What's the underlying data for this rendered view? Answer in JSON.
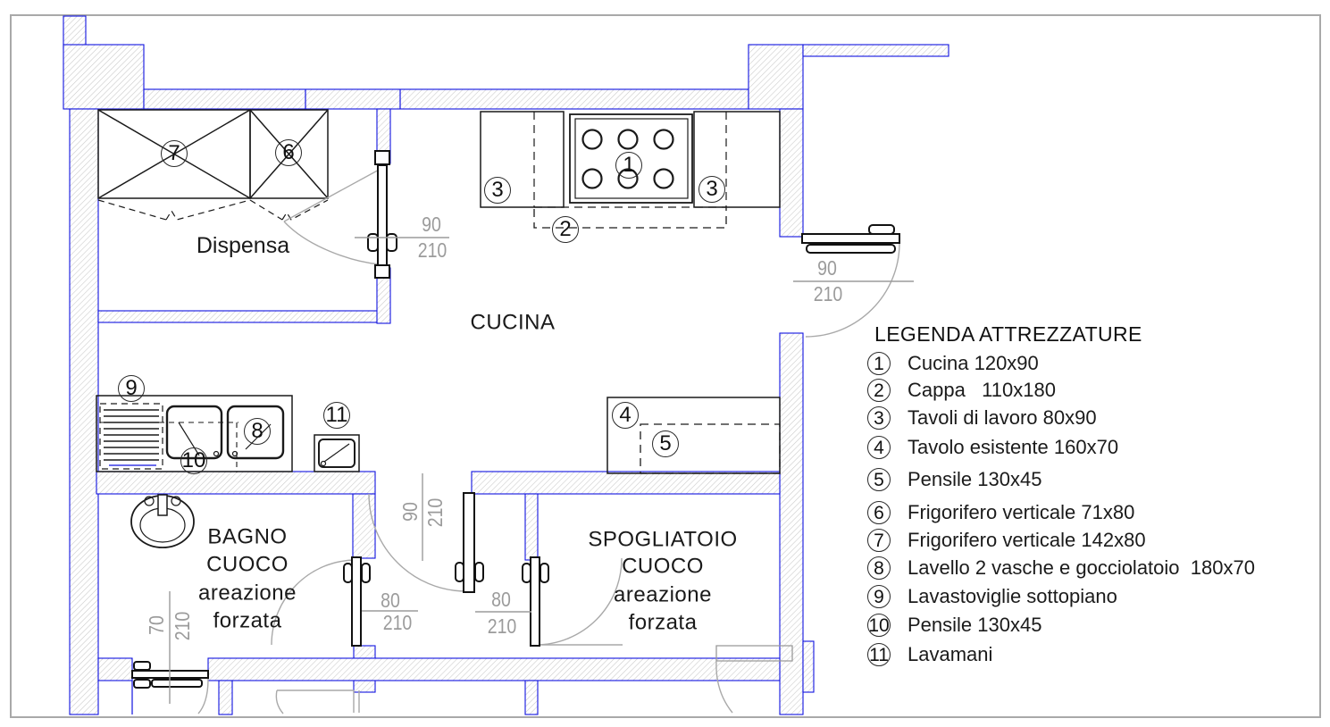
{
  "colors": {
    "wall_outline_blue": "#1013e0",
    "hatch_gray": "#c9c9c9",
    "dimension_gray": "#9b9b9b",
    "drawing_black": "#1a1a1a"
  },
  "plan": {
    "labels": {
      "dispensa": "Dispensa",
      "cucina": "CUCINA",
      "bagno_lines": [
        "BAGNO",
        "CUOCO",
        "areazione",
        "forzata"
      ],
      "spogliatoio_lines": [
        "SPOGLIATOIO",
        "CUOCO",
        "areazione",
        "forzata"
      ]
    },
    "dimensions": {
      "dispensa_door": {
        "width": "90",
        "height": "210"
      },
      "kitchen_right_door": {
        "width": "90",
        "height": "210"
      },
      "corridor_door": {
        "width": "90",
        "height": "210"
      },
      "bagno_door": {
        "width": "80",
        "height": "210"
      },
      "spogliatoio_door": {
        "width": "80",
        "height": "210"
      },
      "bagno_bottom_door": {
        "width": "70",
        "height": "210"
      }
    },
    "markers": [
      {
        "n": "7"
      },
      {
        "n": "6"
      },
      {
        "n": "3"
      },
      {
        "n": "1"
      },
      {
        "n": "3"
      },
      {
        "n": "2"
      },
      {
        "n": "9"
      },
      {
        "n": "10"
      },
      {
        "n": "8"
      },
      {
        "n": "11"
      },
      {
        "n": "4"
      },
      {
        "n": "5"
      }
    ]
  },
  "legend": {
    "title": "LEGENDA ATTREZZATURE",
    "items": [
      {
        "num": "1",
        "label": "Cucina 120x90"
      },
      {
        "num": "2",
        "label": "Cappa   110x180"
      },
      {
        "num": "3",
        "label": "Tavoli di lavoro 80x90"
      },
      {
        "num": "4",
        "label": "Tavolo esistente 160x70"
      },
      {
        "num": "5",
        "label": "Pensile 130x45"
      },
      {
        "num": "6",
        "label": "Frigorifero verticale 71x80"
      },
      {
        "num": "7",
        "label": "Frigorifero verticale 142x80"
      },
      {
        "num": "8",
        "label": "Lavello 2 vasche e gocciolatoio  180x70"
      },
      {
        "num": "9",
        "label": "Lavastoviglie sottopiano"
      },
      {
        "num": "10",
        "label": "Pensile 130x45"
      },
      {
        "num": "11",
        "label": "Lavamani"
      }
    ]
  }
}
